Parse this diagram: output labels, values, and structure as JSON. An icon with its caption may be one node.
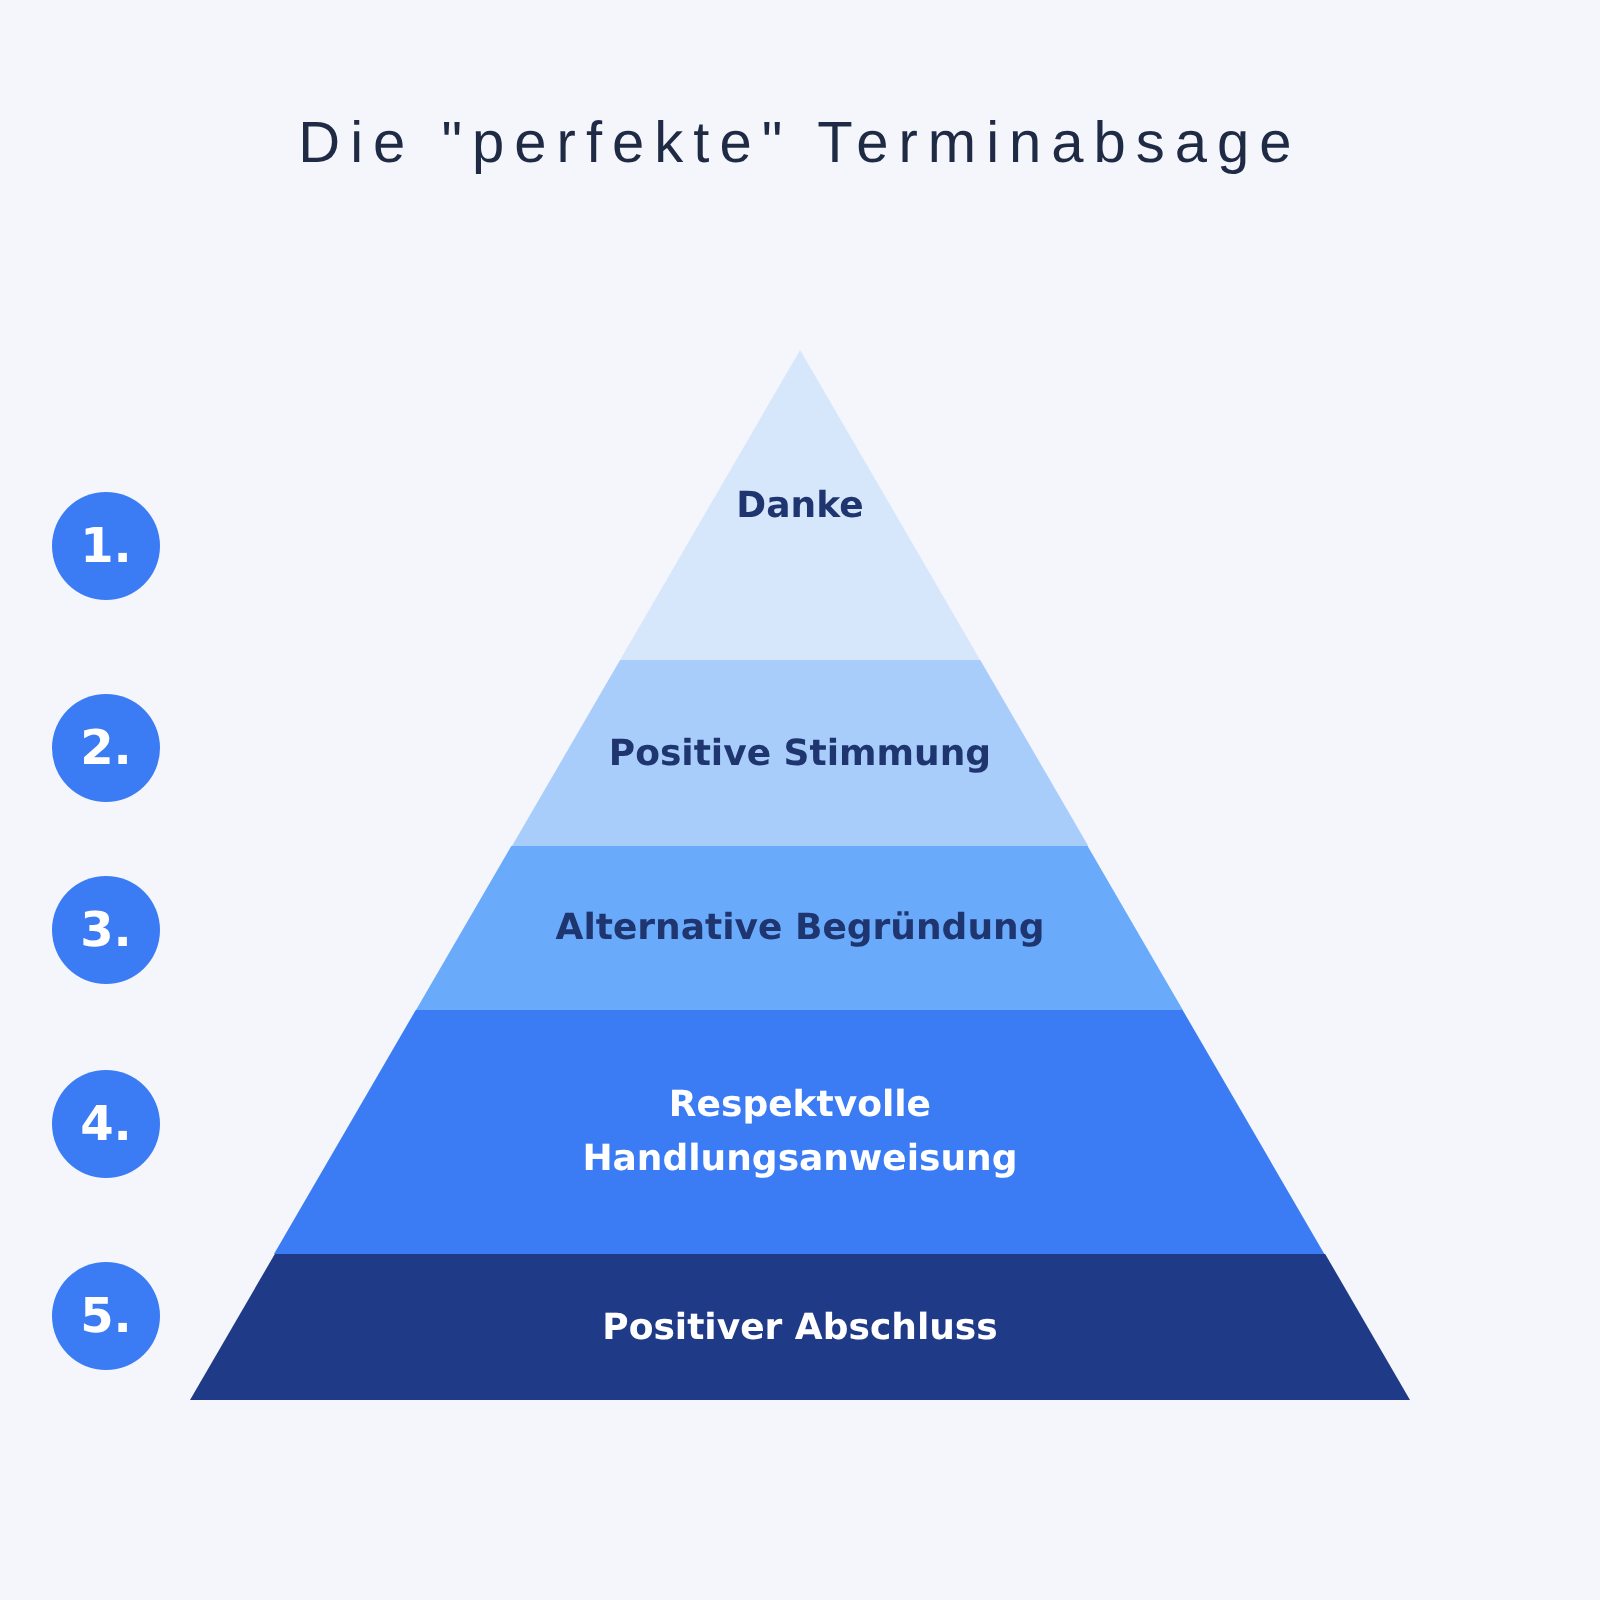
{
  "diagram": {
    "title": "Die \"perfekte\" Terminabsage",
    "nodes": [
      {
        "text": [
          "1."
        ]
      },
      {
        "text": [
          "Danke"
        ]
      },
      {
        "text": [
          "2."
        ]
      },
      {
        "text": [
          "Positive Stimmung"
        ]
      },
      {
        "text": [
          "3."
        ]
      },
      {
        "text": [
          "Alternative Begründung"
        ]
      },
      {
        "text": [
          "4."
        ]
      },
      {
        "text": [
          "Respektvolle Handlungsanweisung"
        ]
      },
      {
        "text": [
          "5."
        ]
      },
      {
        "text": [
          "Positiver Abschluss"
        ]
      }
    ]
  }
}
